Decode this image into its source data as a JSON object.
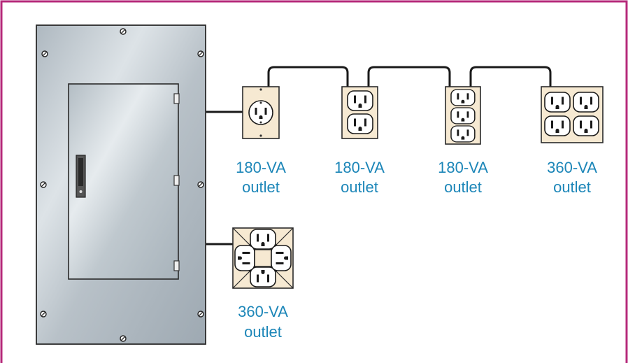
{
  "colors": {
    "frame": "#b5287a",
    "label": "#1c86b8",
    "panel": "#c3cbd1",
    "outlet_plate": "#f6e9d2",
    "wire": "#1a1a1a"
  },
  "outlets": [
    {
      "id": "outlet-1",
      "rating": "180-VA",
      "kind": "outlet",
      "style": "single-round"
    },
    {
      "id": "outlet-2",
      "rating": "180-VA",
      "kind": "outlet",
      "style": "duplex"
    },
    {
      "id": "outlet-3",
      "rating": "180-VA",
      "kind": "outlet",
      "style": "triplex"
    },
    {
      "id": "outlet-4",
      "rating": "360-VA",
      "kind": "outlet",
      "style": "double-duplex"
    },
    {
      "id": "outlet-5",
      "rating": "360-VA",
      "kind": "outlet",
      "style": "quad-square"
    }
  ]
}
